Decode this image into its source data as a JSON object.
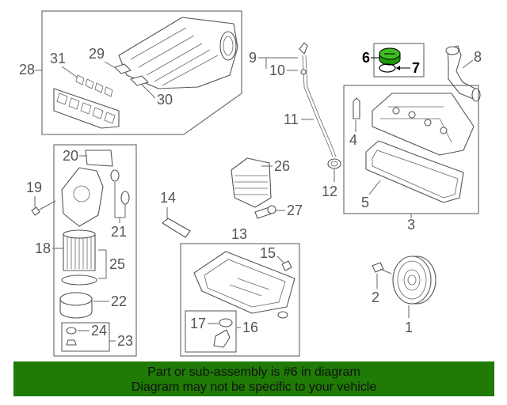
{
  "callouts": {
    "c1": "1",
    "c2": "2",
    "c3": "3",
    "c4": "4",
    "c5": "5",
    "c6": "6",
    "c7": "7",
    "c8": "8",
    "c9": "9",
    "c10": "10",
    "c11": "11",
    "c12": "12",
    "c13": "13",
    "c14": "14",
    "c15": "15",
    "c16": "16",
    "c17": "17",
    "c18": "18",
    "c19": "19",
    "c20": "20",
    "c21": "21",
    "c22": "22",
    "c23": "23",
    "c24": "24",
    "c25": "25",
    "c26": "26",
    "c27": "27",
    "c28": "28",
    "c29": "29",
    "c30": "30",
    "c31": "31"
  },
  "highlight": {
    "part_number": "6",
    "color": "#1f9a0a"
  },
  "banner": {
    "line1": "Part or sub-assembly is #6 in diagram",
    "line2": "Diagram may not be specific to your vehicle",
    "background": "#1f7a06"
  }
}
